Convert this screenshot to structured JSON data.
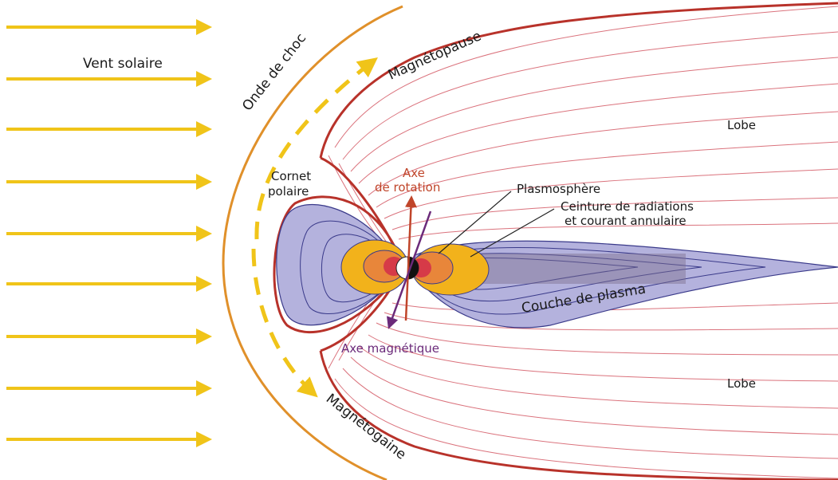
{
  "labels": {
    "solar_wind": "Vent solaire",
    "bow_shock": "Onde de choc",
    "magnetopause": "Magnétopause",
    "lobe_top": "Lobe",
    "lobe_bottom": "Lobe",
    "polar_cusp_line1": "Cornet",
    "polar_cusp_line2": "polaire",
    "rotation_axis_line1": "Axe",
    "rotation_axis_line2": "de rotation",
    "plasmasphere": "Plasmosphère",
    "radiation_belt_line1": "Ceinture de radiations",
    "radiation_belt_line2": "et courant annulaire",
    "plasma_sheet": "Couche de plasma",
    "magnetic_axis": "Axe magnétique",
    "magnetosheath": "Magnétogaine"
  },
  "colors": {
    "solar_wind_arrows": "#f0c419",
    "bow_shock": "#e0902a",
    "magnetopause": "#b8322a",
    "field_lines": "#d45a66",
    "plasma_sheet": "#b4b2dd",
    "plasma_contours": "#3a3a8a",
    "belt_orange": "#f2b21b",
    "rotation_axis": "#c0452a",
    "magnetic_axis": "#6b2a7a"
  }
}
